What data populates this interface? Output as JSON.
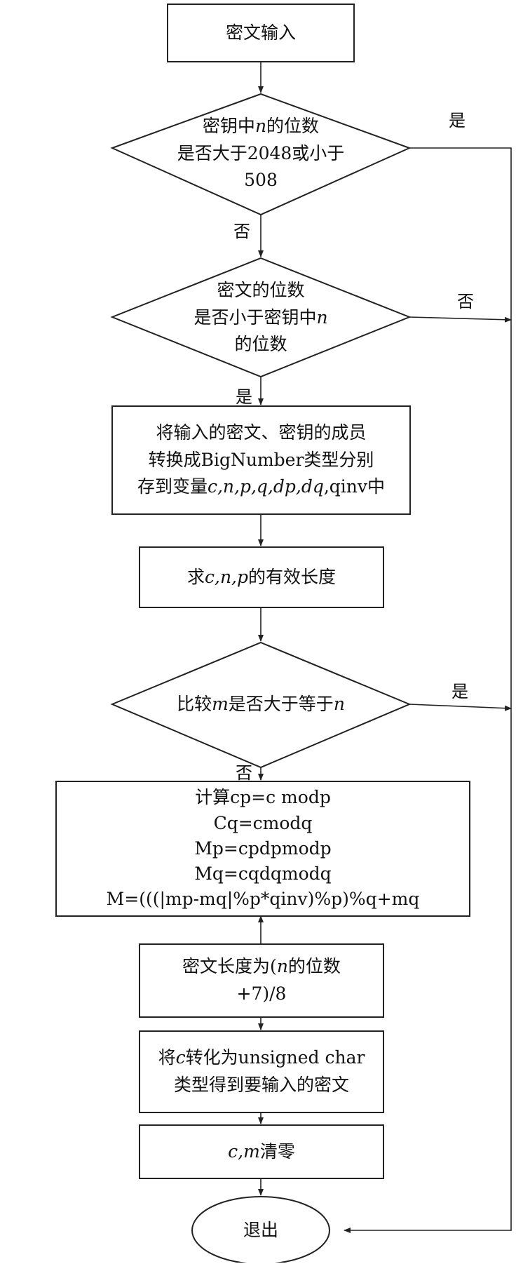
{
  "nodes": {
    "input": {
      "text": "密文输入"
    },
    "check_n_bits": {
      "line1_pre": "密钥中",
      "line1_var": "n",
      "line1_post": "的位数",
      "line2": "是否大于2048或小于",
      "line3": "508"
    },
    "check_c_bits": {
      "line1": "密文的位数",
      "line2_pre": "是否小于密钥中",
      "line2_var": "n",
      "line3": "的位数"
    },
    "convert": {
      "line1": "将输入的密文、密钥的成员",
      "line2": "转换成BigNumber类型分别",
      "line3_pre": "存到变量",
      "line3_vars": "c,n,p,q,dp,dq",
      "line3_post": ",qinv中"
    },
    "length": {
      "pre": "求",
      "vars": "c,n,p",
      "post": "的有效长度"
    },
    "compare": {
      "pre": "比较",
      "var_m": "m",
      "mid": "是否大于等于",
      "var_n": "n"
    },
    "compute": {
      "line1": "计算cp=c modp",
      "line2": "Cq=cmodq",
      "line3": "Mp=cpdpmodp",
      "line4": "Mq=cqdqmodq",
      "line5": "M=(((|mp-mq|%p*qinv)%p)%q+mq"
    },
    "cipher_len": {
      "line1_pre": "密文长度为(",
      "line1_var": "n",
      "line1_post": "的位数",
      "line2": "+7)/8"
    },
    "to_char": {
      "line1_pre": "将",
      "line1_var": "c",
      "line1_post": "转化为unsigned char",
      "line2": "类型得到要输入的密文"
    },
    "clear": {
      "vars": "c,m",
      "post": "清零"
    },
    "exit": {
      "text": "退出"
    }
  },
  "edge_labels": {
    "d1_yes": "是",
    "d1_no": "否",
    "d2_no": "否",
    "d2_yes": "是",
    "d3_yes": "是",
    "d3_no": "否"
  }
}
